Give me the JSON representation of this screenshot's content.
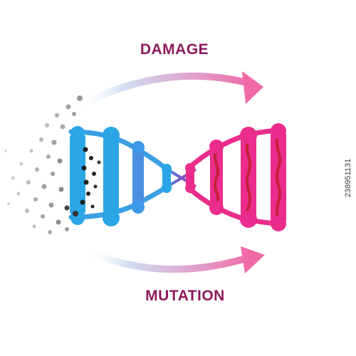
{
  "labels": {
    "top": "DAMAGE",
    "bottom": "MUTATION"
  },
  "watermark": {
    "id_text": "238951131"
  },
  "colors": {
    "label_text": "#8e1a5e",
    "dna_blue": "#2aa6e6",
    "dna_blue_light": "#4dbef5",
    "dna_purple": "#7a55c8",
    "dna_pink": "#ea2d8c",
    "dna_red_inner": "#c4203b",
    "arrow_start": "#cfe0f3",
    "arrow_end": "#f06aa8",
    "particle_dark": "#222222",
    "particle_grey": "#9a9a9a"
  },
  "icons": [
    "damage-arrow-icon",
    "mutation-arrow-icon",
    "dna-helix-icon",
    "particle-dust-icon"
  ]
}
